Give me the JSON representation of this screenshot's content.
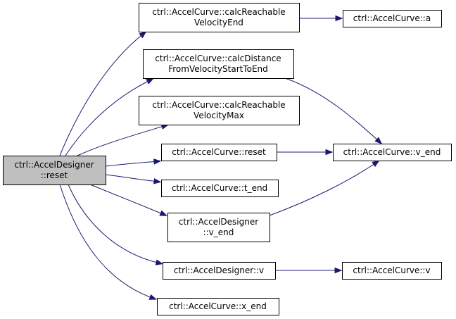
{
  "graph": {
    "colors": {
      "edge": "#191970",
      "root_fill": "#bfbfbf",
      "node_fill": "#ffffff",
      "border": "#000000"
    },
    "nodes": [
      {
        "id": "root",
        "lines": [
          "ctrl::AccelDesigner",
          "::reset"
        ],
        "root": true
      },
      {
        "id": "calcReachableVelocityEnd",
        "lines": [
          "ctrl::AccelCurve::calcReachable",
          "VelocityEnd"
        ]
      },
      {
        "id": "curve_a",
        "lines": [
          "ctrl::AccelCurve::a"
        ]
      },
      {
        "id": "calcDistance",
        "lines": [
          "ctrl::AccelCurve::calcDistance",
          "FromVelocityStartToEnd"
        ]
      },
      {
        "id": "calcReachableVelocityMax",
        "lines": [
          "ctrl::AccelCurve::calcReachable",
          "VelocityMax"
        ]
      },
      {
        "id": "curve_reset",
        "lines": [
          "ctrl::AccelCurve::reset"
        ]
      },
      {
        "id": "curve_v_end",
        "lines": [
          "ctrl::AccelCurve::v_end"
        ]
      },
      {
        "id": "curve_t_end",
        "lines": [
          "ctrl::AccelCurve::t_end"
        ]
      },
      {
        "id": "designer_v_end",
        "lines": [
          "ctrl::AccelDesigner",
          "::v_end"
        ]
      },
      {
        "id": "designer_v",
        "lines": [
          "ctrl::AccelDesigner::v"
        ]
      },
      {
        "id": "curve_v",
        "lines": [
          "ctrl::AccelCurve::v"
        ]
      },
      {
        "id": "curve_x_end",
        "lines": [
          "ctrl::AccelCurve::x_end"
        ]
      }
    ],
    "edges": [
      {
        "from": "root",
        "to": "calcReachableVelocityEnd"
      },
      {
        "from": "root",
        "to": "calcDistance"
      },
      {
        "from": "root",
        "to": "calcReachableVelocityMax"
      },
      {
        "from": "root",
        "to": "curve_reset"
      },
      {
        "from": "root",
        "to": "curve_t_end"
      },
      {
        "from": "root",
        "to": "designer_v_end"
      },
      {
        "from": "root",
        "to": "designer_v"
      },
      {
        "from": "root",
        "to": "curve_x_end"
      },
      {
        "from": "calcReachableVelocityEnd",
        "to": "curve_a"
      },
      {
        "from": "calcDistance",
        "to": "curve_v_end"
      },
      {
        "from": "curve_reset",
        "to": "curve_v_end"
      },
      {
        "from": "designer_v_end",
        "to": "curve_v_end"
      },
      {
        "from": "designer_v",
        "to": "curve_v"
      }
    ]
  }
}
